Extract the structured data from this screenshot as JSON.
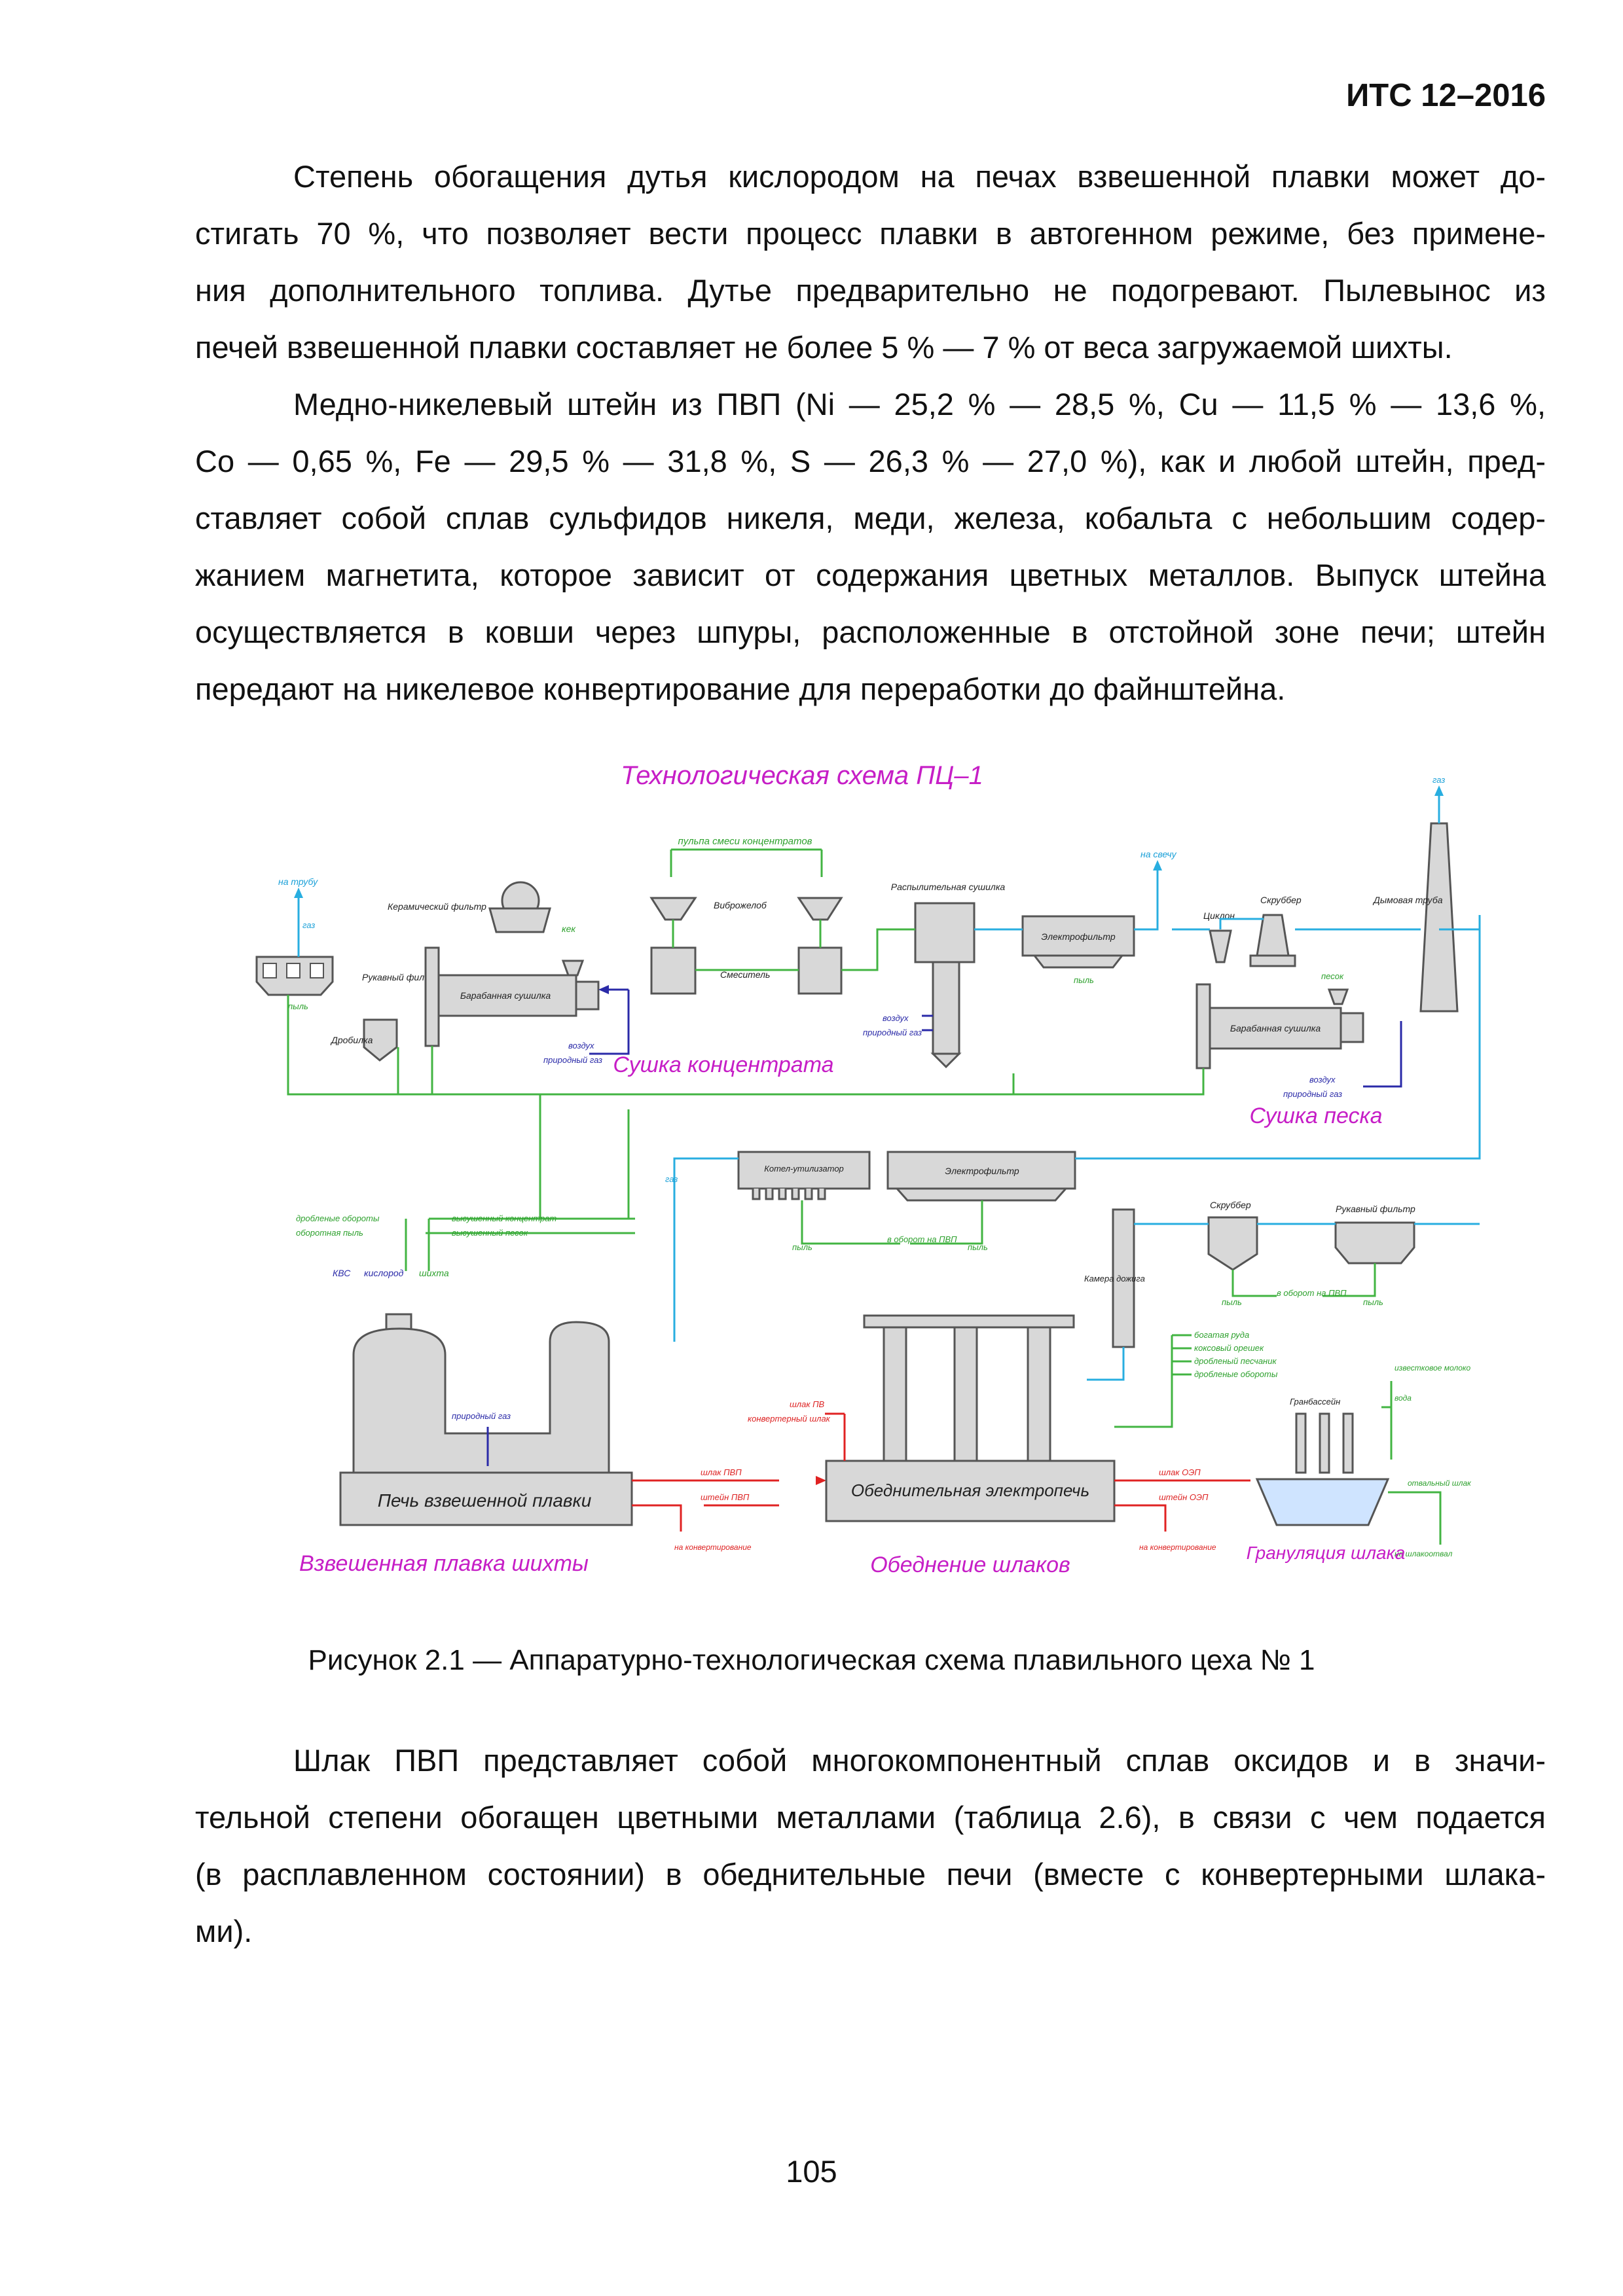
{
  "header": {
    "doc_code": "ИТС 12–2016"
  },
  "paragraphs": [
    {
      "lines": [
        "Степень обогащения дутья кислородом на печах взвешенной плавки может до-",
        "стигать 70 %, что позволяет вести процесс плавки в автогенном режиме, без примене-",
        "ния дополнительного топлива. Дутье предварительно не подогревают. Пылевынос из",
        "печей взвешенной плавки составляет не более 5 % — 7 % от веса загружаемой шихты."
      ]
    },
    {
      "lines": [
        "Медно-никелевый штейн из ПВП (Ni — 25,2 % — 28,5 %, Cu — 11,5 % — 13,6 %,",
        "Co — 0,65 %, Fe — 29,5 % — 31,8 %, S — 26,3 % — 27,0 %), как и любой штейн, пред-",
        "ставляет собой сплав сульфидов никеля, меди, железа, кобальта с небольшим содер-",
        "жанием магнетита, которое зависит от содержания цветных металлов. Выпуск штейна",
        "осуществляется в ковши через шпуры, расположенные в отстойной зоне печи; штейн",
        "передают на никелевое конвертирование для переработки до файнштейна."
      ]
    },
    {
      "lines": [
        "Шлак ПВП представляет собой многокомпонентный сплав оксидов и в значи-",
        "тельной степени обогащен цветными металлами (таблица 2.6), в связи с чем подается",
        "(в расплавленном состоянии) в обеднительные печи (вместе с конвертерными шлака-",
        "ми)."
      ]
    }
  ],
  "figure": {
    "title": "Технологическая схема ПЦ–1",
    "sections": {
      "drying_concentrate": "Сушка концентрата",
      "drying_sand": "Сушка песка",
      "flash_smelting": "Взвешенная плавка шихты",
      "slag_cleaning": "Обеднение шлаков",
      "slag_granulation": "Грануляция шлака"
    },
    "equipment": {
      "ceramic_filter": "Керамический фильтр",
      "vibro_chute": "Виброжелоб",
      "spray_dryer": "Распылительная сушилка",
      "mixer": "Смеситель",
      "electrofilter": "Электрофильтр",
      "bag_filter": "Рукавный фильтр",
      "drum_dryer": "Барабанная сушилка",
      "crusher": "Дробилка",
      "cyclone": "Циклон",
      "scrubber": "Скруббер",
      "chimney": "Дымовая труба",
      "waste_heat_boiler": "Котел-утилизатор",
      "chamber": "Камера дожига",
      "flash_furnace": "Печь взвешенной плавки",
      "cleaning_furnace": "Обеднительная электропечь",
      "granulation_pool": "Гранбассейн"
    },
    "labels": {
      "gas": "газ",
      "to_pipe": "на трубу",
      "to_candle": "на свечу",
      "pulp": "пульпа смеси концентратов",
      "cake": "кек",
      "dust": "пыль",
      "air": "воздух",
      "natural_gas": "природный газ",
      "sand": "песок",
      "crushed_returns": "дробленые обороты",
      "return_dust": "оборотная пыль",
      "dried_concentrate": "высушенный концентрат",
      "dried_sand": "высушенный песок",
      "kvs": "КВС",
      "oxygen": "кислород",
      "charge": "шихта",
      "to_return_pvp": "в оборот на ПВП",
      "pvp_slag": "шлак ПВ",
      "converter_slag": "конвертерный шлак",
      "slag_pvp": "шлак ПВП",
      "matte_pvp": "штейн ПВП",
      "to_converting": "на конвертирование",
      "slag_oep": "шлак ОЭП",
      "matte_oep": "штейн ОЭП",
      "rich_ore": "богатая руда",
      "coke_nut": "коксовый орешек",
      "crushed_sand": "дробленый песчаник",
      "crushed_returns2": "дробленые обороты",
      "lime_milk": "известковое молоко",
      "water": "вода",
      "dump_slag": "отвальный шлак",
      "to_slag_dump": "на шлакоотвал"
    }
  },
  "caption": "Рисунок 2.1 — Аппаратурно-технологическая схема плавильного цеха № 1",
  "page_number": "105"
}
